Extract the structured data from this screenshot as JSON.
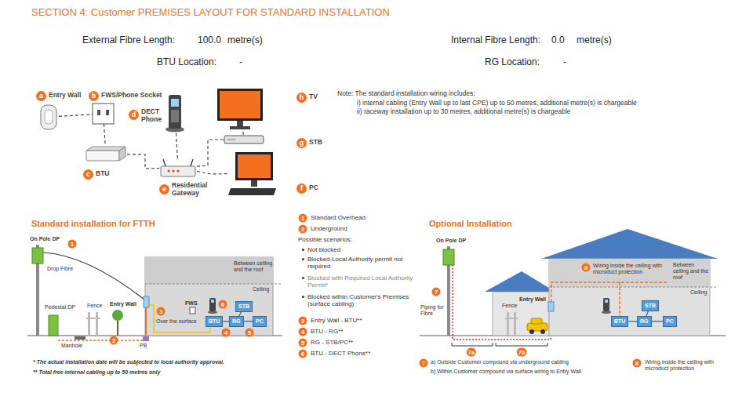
{
  "diagram": {
    "title": "SECTION 4: Customer PREMISES LAYOUT FOR STANDARD INSTALLATION",
    "nodes": [
      {
        "text": [
          "a",
          "Entry Wall"
        ]
      },
      {
        "text": [
          "b",
          "FWS/Phone Socket"
        ]
      },
      {
        "text": [
          "c",
          "BTU"
        ]
      },
      {
        "text": [
          "d",
          "DECT Phone"
        ]
      },
      {
        "text": [
          "e",
          "Residential Gateway"
        ]
      },
      {
        "text": [
          "h",
          "TV"
        ]
      },
      {
        "text": [
          "g",
          "STB"
        ]
      },
      {
        "text": [
          "f",
          "PC"
        ]
      },
      {
        "text": [
          "BTU"
        ]
      },
      {
        "text": [
          "RG"
        ]
      },
      {
        "text": [
          "PC"
        ]
      },
      {
        "text": [
          "STB"
        ]
      },
      {
        "text": [
          "BTU"
        ]
      },
      {
        "text": [
          "RG"
        ]
      },
      {
        "text": [
          "PC"
        ]
      },
      {
        "text": [
          "STB"
        ]
      }
    ],
    "edges": [
      {
        "from": 0,
        "to": 1,
        "arrow": "none"
      },
      {
        "from": 1,
        "to": 2,
        "arrow": "none"
      },
      {
        "from": 2,
        "to": 4,
        "arrow": "none"
      },
      {
        "from": 4,
        "to": 3,
        "arrow": "none"
      },
      {
        "from": 4,
        "to": 6,
        "arrow": "none"
      },
      {
        "from": 4,
        "to": 7,
        "arrow": "none"
      },
      {
        "from": 6,
        "to": 5,
        "arrow": "none"
      },
      {
        "from": 8,
        "to": 9,
        "arrow": "none"
      },
      {
        "from": 9,
        "to": 10,
        "arrow": "none"
      },
      {
        "from": 9,
        "to": 11,
        "arrow": "none"
      },
      {
        "from": 12,
        "to": 13,
        "arrow": "none"
      },
      {
        "from": 13,
        "to": 14,
        "arrow": "none"
      },
      {
        "from": 13,
        "to": 15,
        "arrow": "none"
      }
    ],
    "labels": [
      "External Fibre Length:",
      "100.0",
      "metre(s)",
      "Internal Fibre Length:",
      "0.0",
      "metre(s)",
      "BTU Location:",
      "-",
      "RG Location:",
      "-",
      "Note: The standard installation wiring includes:",
      "i) internal cabling (Entry Wall up to last CPE) up to 50 metres, additional metre(s) is chargeable",
      "ii) raceway installation up to 30 metres, additional metre(s) is chargeable",
      "Standard installation for FTTH",
      "On Pole DP",
      "1",
      "Drop Fibre",
      "Pedestal DP",
      "Fence",
      "Entry Wall",
      "Between ceiling and the roof",
      "Ceiling",
      "3",
      "Over the surface",
      "FWS",
      "6",
      "4",
      "5",
      "Manhole",
      "2",
      "PB",
      "* The actual installation date will be subjected to local authority approval.",
      "** Total free internal cabling up to 50 metres only",
      "1",
      "Standard Overhead",
      "2",
      "Underground",
      "Possible scenarios:",
      "Not blocked",
      "Blocked-Local Authority permit not required",
      "Blocked with Required Local Authority Permit*",
      "Blocked within Customer's Premises (surface cabling)",
      "3",
      "Entry Wall - BTU**",
      "4",
      "BTU - RG**",
      "5",
      "RG - STB/PC**",
      "6",
      "BTU - DECT Phone**",
      "Optional Installation",
      "On Pole DP",
      "7",
      "Piping for Fibre",
      "Fence",
      "Entry Wall",
      "Wiring inside the ceiling with microduct protection",
      "8",
      "Between ceiling and the roof",
      "Ceiling",
      "7a",
      "7b",
      "7",
      "a) Outside Customer compound via underground cabling",
      "b) Within Customer compound via surface wiring to Entry Wall",
      "8",
      "Wiring inside the ceiling with microduct protection"
    ]
  }
}
